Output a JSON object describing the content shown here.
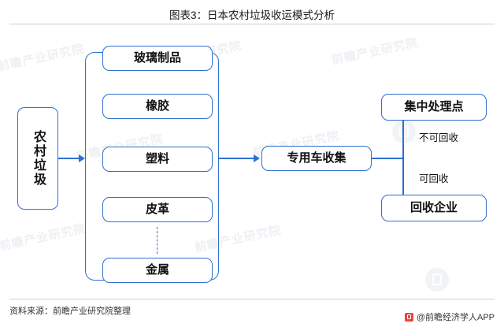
{
  "title": "图表3：日本农村垃圾收运模式分析",
  "source": "资料来源：前瞻产业研究院整理",
  "credit": "@前瞻经济学人APP",
  "colors": {
    "box_border": "#2f6fd0",
    "connector": "#2f6fd0",
    "text": "#111111",
    "rule": "#d0d0d0"
  },
  "diagram": {
    "input": {
      "label": "农村垃圾"
    },
    "waste_types": [
      {
        "label": "玻璃制品"
      },
      {
        "label": "橡胶"
      },
      {
        "label": "塑料"
      },
      {
        "label": "皮革"
      },
      {
        "label": "金属"
      }
    ],
    "collection": {
      "label": "专用车收集"
    },
    "destinations": [
      {
        "label": "集中处理点"
      },
      {
        "label": "回收企业"
      }
    ],
    "edge_labels": [
      {
        "label": "不可回收"
      },
      {
        "label": "可回收"
      }
    ]
  },
  "watermarks": {
    "text": "前瞻产业研究院",
    "items": [
      "前瞻产业研究院",
      "前瞻产业研究院",
      "前瞻产业研究院",
      "前瞻产业研究院",
      "前瞻产业研究院",
      "前瞻产业研究院",
      "前瞻产业研究院"
    ]
  }
}
